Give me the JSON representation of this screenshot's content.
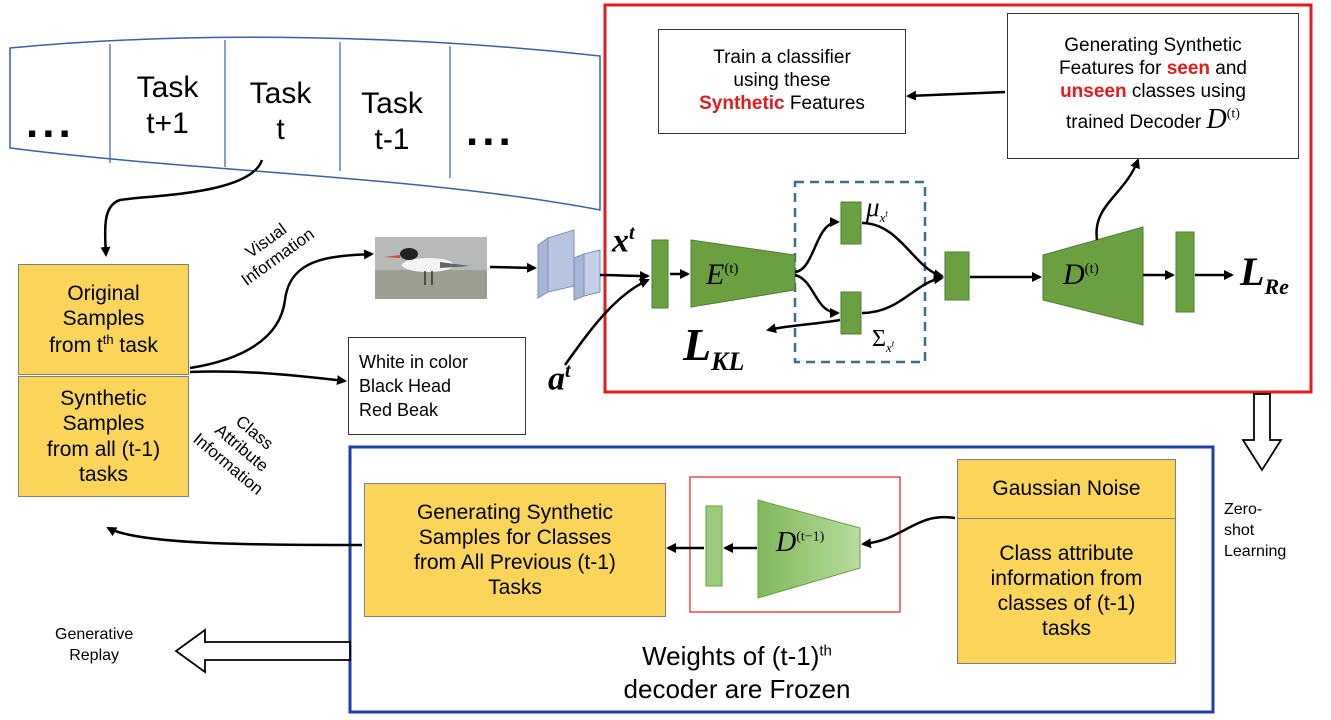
{
  "tape": {
    "ellipsis_left": "...",
    "ellipsis_right": "...",
    "tasks": [
      {
        "line1": "Task",
        "line2": "t+1"
      },
      {
        "line1": "Task",
        "line2": "t"
      },
      {
        "line1": "Task",
        "line2": "t-1"
      }
    ]
  },
  "left": {
    "original": {
      "l1": "Original",
      "l2": "Samples",
      "l3a": "from t",
      "l3sup": "th",
      "l3b": " task"
    },
    "synthetic": {
      "l1": "Synthetic",
      "l2": "Samples",
      "l3": "from all (t-1)",
      "l4": "tasks"
    }
  },
  "labels": {
    "visual_l1": "Visual",
    "visual_l2": "Information",
    "class_l1": "Class",
    "class_l2": "Attribute",
    "class_l3": "Information"
  },
  "attributes": {
    "l1": "White in color",
    "l2": "Black Head",
    "l3": "Red Beak"
  },
  "symbols": {
    "x_base": "x",
    "x_sup": "t",
    "a_base": "a",
    "a_sup": "t",
    "E_base": "E",
    "E_sup": "(t)",
    "D_base": "D",
    "D_sup": "(t)",
    "Dprev_base": "D",
    "Dprev_sup": "(t−1)",
    "mu": "μ",
    "sigma": "Σ",
    "sub_x": "x",
    "sub_t": "t",
    "LKL_base": "L",
    "LKL_sub": "KL",
    "LRe_base": "L",
    "LRe_sub": "Re"
  },
  "top_boxes": {
    "train": {
      "l1": "Train a classifier",
      "l2": "using these",
      "l3_red": "Synthetic",
      "l3_rest": " Features"
    },
    "gen": {
      "l1": "Generating Synthetic",
      "l2_a": "Features for ",
      "l2_red": "seen",
      "l2_b": " and",
      "l3_red": "unseen",
      "l3_rest": " classes using",
      "l4": "trained Decoder "
    }
  },
  "bottom": {
    "gen_samples": {
      "l1": "Generating Synthetic",
      "l2": "Samples for Classes",
      "l3": "from All Previous (t-1)",
      "l4": "Tasks"
    },
    "gaussian": "Gaussian Noise",
    "class_attr": {
      "l1": "Class attribute",
      "l2": "information from",
      "l3": "classes of (t-1)",
      "l4": "tasks"
    },
    "frozen_l1a": "Weights of (t-1)",
    "frozen_l1sup": "th",
    "frozen_l2": "decoder are Frozen"
  },
  "side": {
    "zero_l1": "Zero-",
    "zero_l2": "shot",
    "zero_l3": "Learning",
    "gen_replay_l1": "Generative",
    "gen_replay_l2": "Replay"
  },
  "colors": {
    "green": "#6aa040",
    "green_dark": "#4f7f30",
    "yellow": "#fbd45a",
    "red_frame": "#e31b1b",
    "blue_frame": "#1f3fa6",
    "dashed": "#3e6d8e"
  }
}
